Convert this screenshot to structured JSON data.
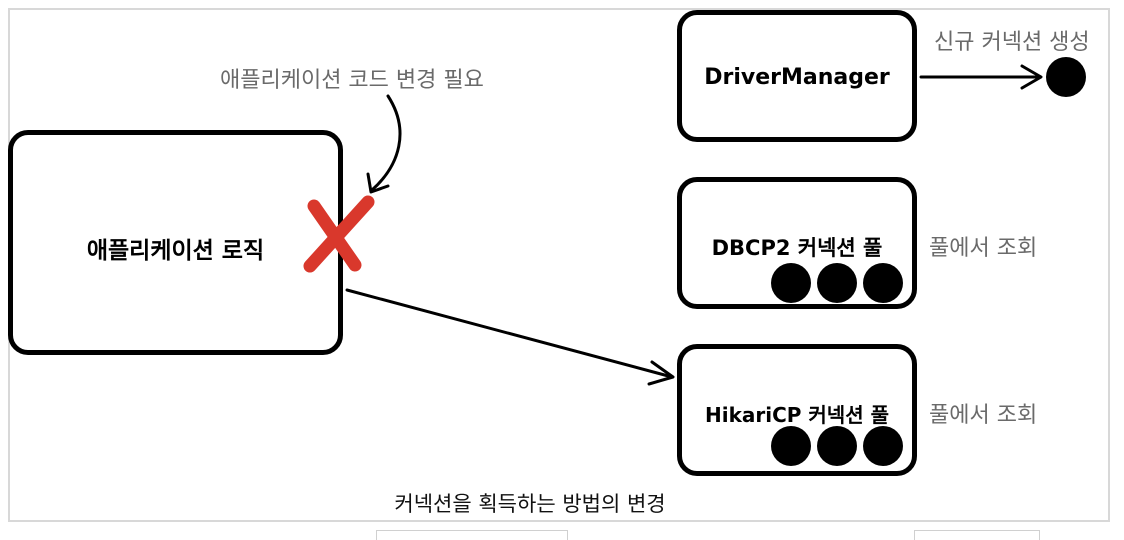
{
  "diagram": {
    "app_box_label": "애플리케이션 로직",
    "change_note": "애플리케이션 코드 변경 필요",
    "driver_manager_label": "DriverManager",
    "driver_manager_note": "신규 커넥션 생성",
    "dbcp2_label": "DBCP2 커넥션 풀",
    "dbcp2_note": "풀에서 조회",
    "hikari_label": "HikariCP 커넥션 풀",
    "hikari_note": "풀에서 조회",
    "caption": "커넥션을 획득하는 방법의 변경"
  },
  "colors": {
    "box_border": "#000000",
    "note_text": "#6a6a6a",
    "cross_mark": "#d9382c",
    "frame_border": "#d8d8d8"
  },
  "icons": [
    "connection-dot",
    "red-x-mark"
  ]
}
